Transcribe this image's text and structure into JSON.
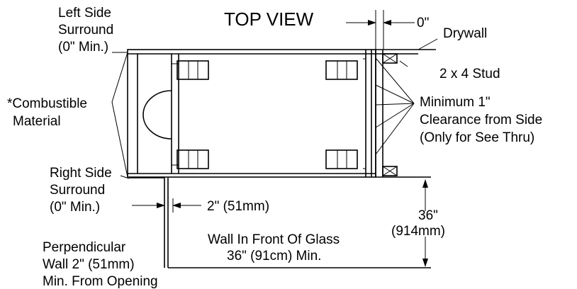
{
  "title": "TOP VIEW",
  "labels": {
    "left_surround": [
      "Left Side",
      "Surround",
      "(0\" Min.)"
    ],
    "combustible": [
      "*Combustible",
      "Material"
    ],
    "right_surround": [
      "Right Side",
      "Surround",
      "(0\" Min.)"
    ],
    "perpendicular": [
      "Perpendicular",
      "Wall 2\" (51mm)",
      "Min. From Opening"
    ],
    "zero_clearance": "0\"",
    "drywall": "Drywall",
    "stud": "2 x 4 Stud",
    "side_clearance": [
      "Minimum 1\"",
      "Clearance from Side",
      "(Only for See Thru)"
    ],
    "offset_2in": "2\" (51mm)",
    "front_wall": [
      "Wall In Front Of Glass",
      "36\" (91cm) Min."
    ],
    "depth": [
      "36\"",
      "(914mm)"
    ]
  }
}
